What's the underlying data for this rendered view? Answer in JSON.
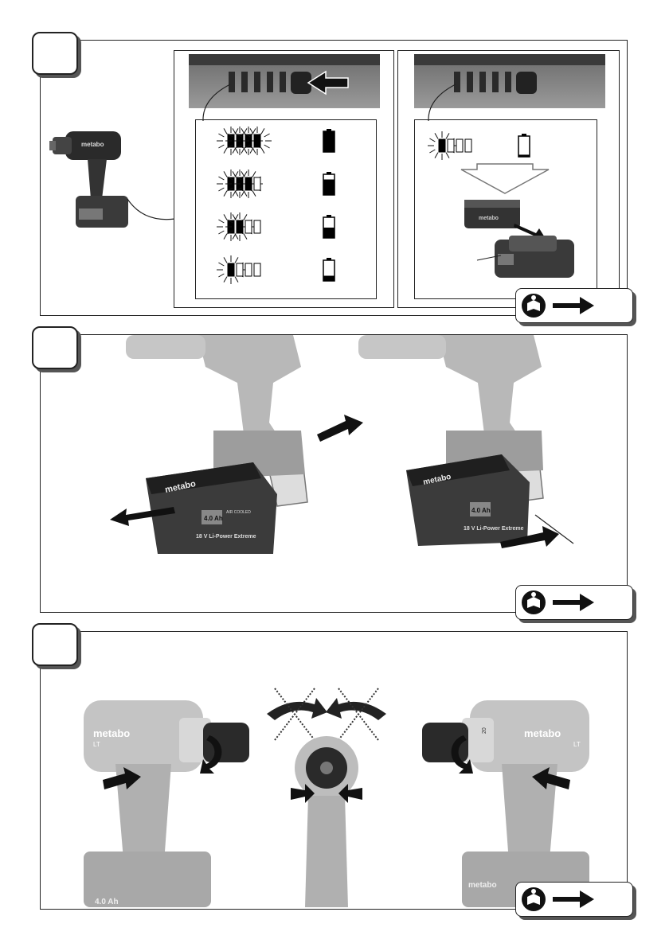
{
  "colors": {
    "line": "#222222",
    "shadow": "#555555",
    "photo_gray": "#8a8a8a",
    "dark": "#1a1a1a"
  },
  "icons": {
    "manual": "read-manual-icon",
    "arrow": "right-arrow-icon"
  },
  "section1": {
    "drill": {
      "brand": "metabo"
    },
    "charge_levels": [
      {
        "lit": 4,
        "battery_fill": 1.0
      },
      {
        "lit": 3,
        "battery_fill": 0.75
      },
      {
        "lit": 2,
        "battery_fill": 0.5
      },
      {
        "lit": 1,
        "battery_fill": 0.25
      }
    ],
    "low_battery": {
      "lit": 1,
      "battery_fill": 0.1
    },
    "pack_label": "metabo"
  },
  "section2": {
    "battery_left": {
      "brand": "metabo",
      "capacity": "4.0 Ah",
      "cooling": "AIR COOLED",
      "model": "18 V Li-Power Extreme"
    },
    "battery_right": {
      "brand": "metabo",
      "capacity": "4.0 Ah",
      "model": "18 V Li-Power Extreme"
    }
  },
  "section3": {
    "left_tool": {
      "brand": "metabo",
      "sub": "LT",
      "capacity": "4.0 Ah"
    },
    "right_tool": {
      "brand": "metabo",
      "sub": "LT",
      "marking": "20"
    },
    "battery_brand": "metabo"
  }
}
